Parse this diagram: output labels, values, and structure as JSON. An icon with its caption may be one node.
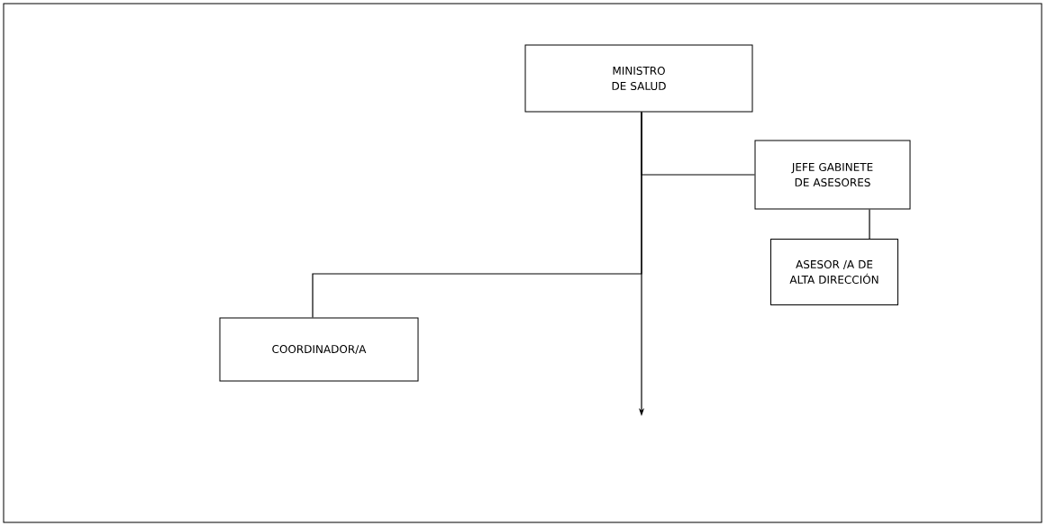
{
  "diagram": {
    "nodes": [
      {
        "text": [
          "MINISTRO DE SALUD"
        ]
      },
      {
        "text": [
          "JEFE GABINETE DE ASESORES"
        ]
      },
      {
        "text": [
          "ASESOR /A DE ALTA DIRECCIÓN"
        ]
      },
      {
        "text": [
          "COORDINADOR/A"
        ]
      }
    ],
    "edges": [
      {
        "from": 0,
        "to": 1,
        "arrow": "none"
      },
      {
        "from": 1,
        "to": 2,
        "arrow": "none"
      },
      {
        "from": 0,
        "to": 3,
        "arrow": "none"
      },
      {
        "from": 0,
        "to": null,
        "arrow": "to"
      }
    ]
  }
}
